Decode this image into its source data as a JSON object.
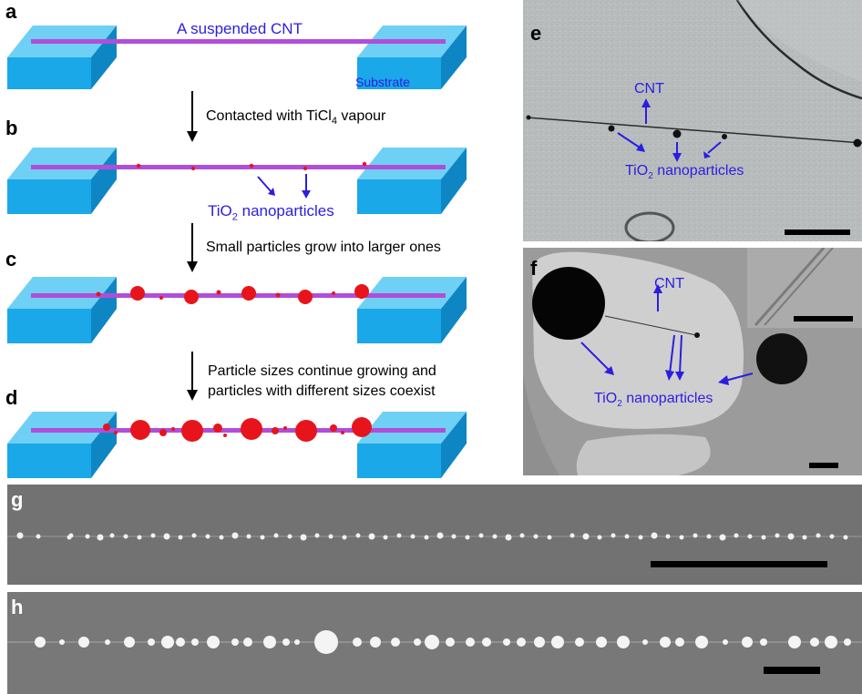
{
  "panels": {
    "a": {
      "label": "a",
      "caption": "A suspended CNT",
      "substrate": "Substrate"
    },
    "b": {
      "label": "b",
      "step": "Contacted with TiCl",
      "step_sub": "4",
      "step_tail": " vapour",
      "particles_label": "TiO",
      "particles_sub": "2",
      "particles_tail": " nanoparticles"
    },
    "c": {
      "label": "c",
      "step": "Small particles grow into larger ones"
    },
    "d": {
      "label": "d",
      "step_line1": "Particle sizes continue growing and",
      "step_line2": "particles with different sizes coexist"
    },
    "e": {
      "label": "e",
      "cnt": "CNT",
      "particles_label": "TiO",
      "particles_sub": "2",
      "particles_tail": " nanoparticles"
    },
    "f": {
      "label": "f",
      "cnt": "CNT",
      "particles_label": "TiO",
      "particles_sub": "2",
      "particles_tail": " nanoparticles"
    },
    "g": {
      "label": "g"
    },
    "h": {
      "label": "h"
    }
  },
  "colors": {
    "substrate": "#1aa8e8",
    "cnt": "#b04ed8",
    "particle": "#e8141c",
    "annotation": "#2b1ee0"
  }
}
